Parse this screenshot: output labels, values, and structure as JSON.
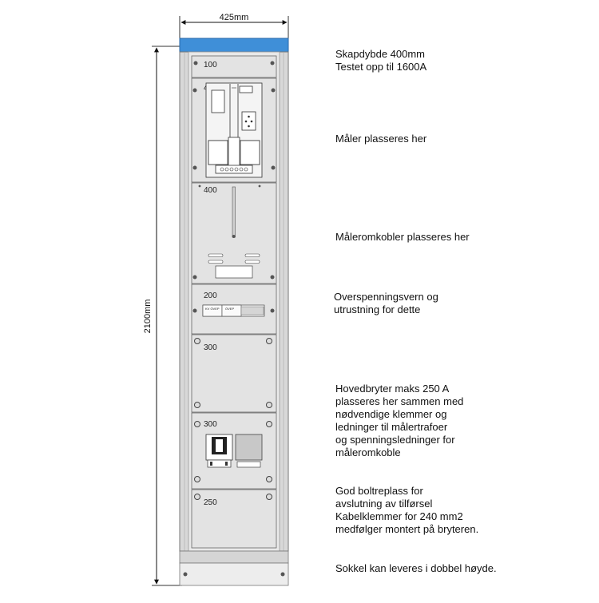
{
  "dimensions": {
    "width": "425mm",
    "height": "2100mm"
  },
  "modules": [
    {
      "label": "100"
    },
    {
      "label": "400"
    },
    {
      "label": "400"
    },
    {
      "label": "200"
    },
    {
      "label": "300"
    },
    {
      "label": "300"
    },
    {
      "label": "250"
    }
  ],
  "surge_device": {
    "left": "KV ÖVEP",
    "right": "ÖVEP"
  },
  "notes": {
    "depth": "Skapdybde 400mm\nTestet opp til 1600A",
    "meter": "Måler plasseres her",
    "meter_switch": "Måleromkobler plasseres her",
    "surge": "Overspenningsvern og\nutrustning for dette",
    "main_switch": "Hovedbryter maks 250 A\nplasseres her sammen med\nnødvendige klemmer og\nledninger til målertrafoer\nog spenningsledninger for\nmåleromkoble",
    "bolt": "God boltreplass for\navslutning av tilførsel\nKabelklemmer for 240 mm2\nmedfølger montert på bryteren.",
    "base": "Sokkel kan leveres i dobbel høyde."
  },
  "colors": {
    "cabinet_top": "#3f8fd8",
    "panel": "#e3e3e3",
    "frame": "#cfcfcf",
    "line": "#555555"
  }
}
